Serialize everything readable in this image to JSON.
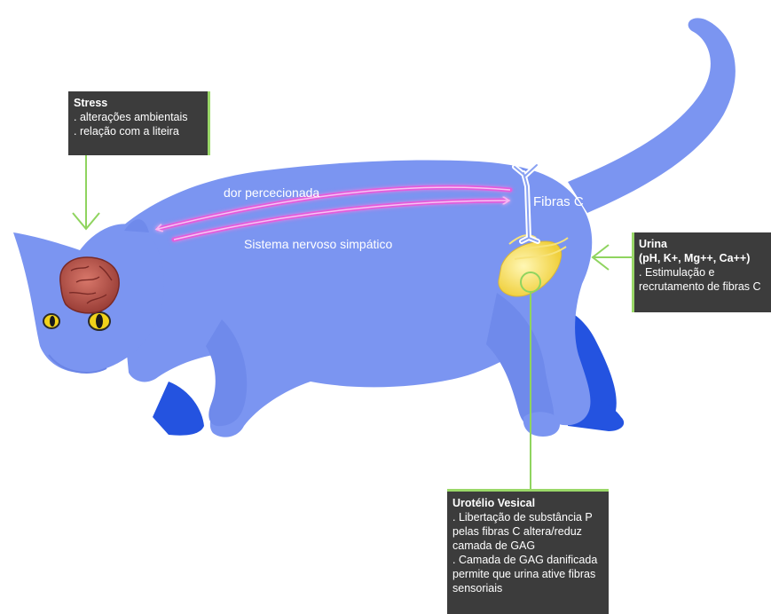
{
  "stress_box": {
    "title": "Stress",
    "lines": [
      ". alterações ambientais",
      ". relação com a liteira"
    ]
  },
  "urina_box": {
    "title": "Urina",
    "subtitle": "(pH, K+, Mg++, Ca++)",
    "lines": [
      ". Estimulação e",
      "recrutamento de fibras C"
    ]
  },
  "urotelio_box": {
    "title": "Urotélio Vesical",
    "lines": [
      ". Libertação de substância P",
      "pelas fibras C altera/reduz",
      "camada de GAG",
      ". Camada de GAG danificada",
      "permite que urina ative fibras",
      "sensoriais"
    ]
  },
  "labels": {
    "dor": "dor percecionada",
    "sns": "Sistema nervoso simpático",
    "fibras": "Fibras C"
  },
  "colors": {
    "cat_body": "#7b95f1",
    "cat_shadow": "#2453e0",
    "brain": "#b8564c",
    "bladder": "#f5e06a",
    "arrow_pink": "#e35bdc",
    "connector_green": "#8fd45f",
    "box_bg": "#3c3c3c"
  }
}
